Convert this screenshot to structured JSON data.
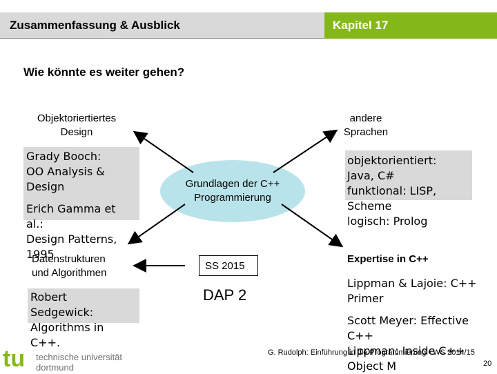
{
  "header": {
    "left_title": "Zusammenfassung & Ausblick",
    "right_title": "Kapitel 17"
  },
  "title": "Wie könnte es weiter gehen?",
  "left_top": {
    "label_line1": "Objektoriertiertes",
    "label_line2": "Design",
    "text_lines": [
      "Grady Booch:",
      "OO Analysis &",
      "Design",
      "",
      "Erich Gamma et",
      "al.:",
      "Design Patterns,",
      "1995"
    ]
  },
  "left_bottom": {
    "label_line1": "Datenstrukturen",
    "label_line2": "und Algorithmen",
    "text_lines": [
      "Robert",
      "Sedgewick:",
      "Algorithms in",
      "C++."
    ]
  },
  "right_top": {
    "label_line1": "andere",
    "label_line2": "Sprachen",
    "text_lines": [
      "objektorientiert:",
      "Java, C#",
      "funktional: LISP,",
      "Scheme",
      "logisch: Prolog"
    ]
  },
  "right_bottom": {
    "label": "Expertise in C++",
    "text_lines": [
      "Lippman & Lajoie: C++",
      "Primer",
      "",
      "Scott Meyer: Effective",
      "C++",
      "Lippman: Inside C++",
      "Object M"
    ]
  },
  "center": {
    "line1": "Grundlagen der C++",
    "line2": "Programmierung"
  },
  "ss_label": "SS 2015",
  "dap_label": "DAP 2",
  "footer": {
    "credit": "G. Rudolph: Einführung in die Programmierung ▪ WS 2014/15",
    "page": "20"
  },
  "logo": {
    "mark": "tu",
    "line1": "technische universität",
    "line2": "dortmund"
  },
  "colors": {
    "accent_green": "#84b819",
    "header_gray": "#d9d9d9",
    "ellipse_blue": "#b9e3ea"
  }
}
